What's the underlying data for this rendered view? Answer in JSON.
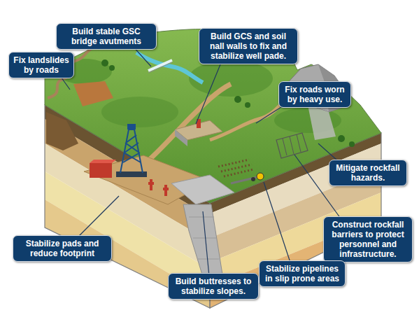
{
  "diagram": {
    "nodes": [
      {
        "text": [
          "Fix landslides by roads"
        ]
      },
      {
        "text": [
          "Build stable GSC bridge avutments"
        ]
      },
      {
        "text": [
          "Build GCS and soil nall walls to fix and stabilize well pade."
        ]
      },
      {
        "text": [
          "Fix roads worn by heavy use."
        ]
      },
      {
        "text": [
          "Mitigate rockfall hazards."
        ]
      },
      {
        "text": [
          "Construct rockfall barriers to protect personnel and infrastructure."
        ]
      },
      {
        "text": [
          "Stabilize pads and reduce footprint"
        ]
      },
      {
        "text": [
          "Build buttresses to stabilize slopes."
        ]
      },
      {
        "text": [
          "Stabilize pipelines in slip prone areas"
        ]
      }
    ]
  }
}
